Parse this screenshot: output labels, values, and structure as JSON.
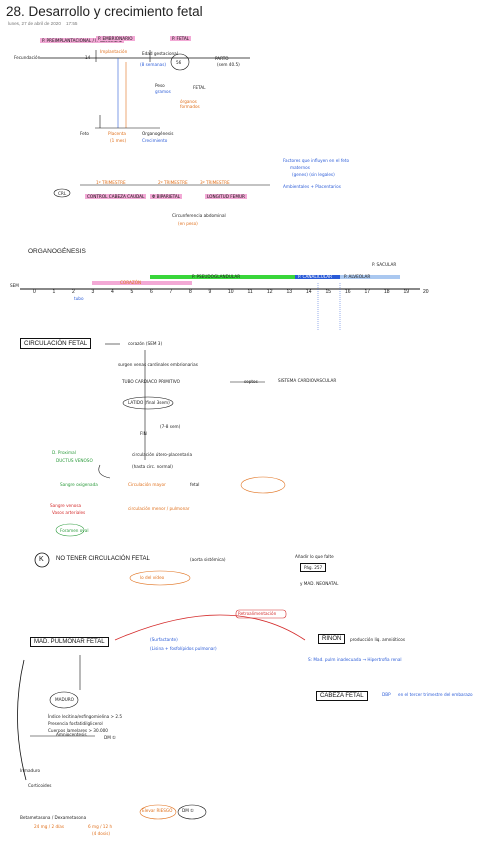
{
  "header": {
    "title": "28. Desarrollo y crecimiento fetal",
    "date": "lunes, 27 de abril de 2020",
    "time": "17:55"
  },
  "periods": {
    "pre": "P. PREIMPLANTACIONAL / P. GERMINAL",
    "emb": "P. EMBRIONARIO",
    "fetal": "P. FETAL"
  },
  "top": {
    "fecundacion": "Fecundación",
    "d14": "14",
    "implant": "Implantación",
    "d56": "56",
    "edad": "Edad gestacional",
    "semanas": "(8 semanas)",
    "peso": "Peso",
    "gramos": "gramos",
    "fetal": "FETAL",
    "parto": "PARTO",
    "fin": "(sem 40.5)",
    "organos": "órganos",
    "formados": "formados"
  },
  "row2": {
    "feto": "Feto",
    "placenta": "Placenta",
    "organos": "Organogénesis",
    "mes": "(1 mes)",
    "crec": "Crecimiento"
  },
  "trimestres": {
    "t1": "1º TRIMESTRE",
    "t2": "2º TRIMESTRE",
    "t3": "3º TRIMESTRE",
    "crl": "CRL",
    "cc": "CONTROL CABEZA CAUDAL",
    "biparietal": "Φ BIPARIETAL",
    "femur": "LONGITUD FEMUR",
    "circ": "Circunferencia abdominal",
    "circ2": "(en peso)"
  },
  "side": {
    "factores": "Factores que influyen en el feto",
    "maternos": "maternos",
    "biologicos": "(genes) (sin legales)",
    "ambientales": "Ambientales + Placentarios"
  },
  "organog": {
    "title": "ORGANOGÉNESIS",
    "sem": "SEM",
    "corazon": "CORAZÓN",
    "pcan": "P. PSEUDOGLANDULAR",
    "pcan2": "P. CANALICULAR",
    "alveolar": "P. ALVEOLAR",
    "sacular": "P. SACULAR",
    "tubo": "tubo",
    "ticks": [
      "0",
      "1",
      "2",
      "3",
      "4",
      "5",
      "6",
      "7",
      "8",
      "9",
      "10",
      "11",
      "12",
      "13",
      "14",
      "15",
      "16",
      "17",
      "18",
      "19",
      "20"
    ]
  },
  "circ": {
    "title": "CIRCULACIÓN FETAL",
    "corazon": "corazón (SEM 3)",
    "vasos": "surgen venas cardinales embrionarias",
    "tubo": "TUBO CARDIACO PRIMITIVO",
    "septos": "septos",
    "sistema": "SISTEMA CARDIOVASCULAR",
    "latido": "LATIDO (final 3sem)",
    "fin": "FIN",
    "fin2": "(7-8 sem)",
    "circuito": "circulación útero-placentaria",
    "corto": "(hasta circ. normal)",
    "dcha": "D. Proximal",
    "ductus": "DUCTUS",
    "venoso": "VENOSO",
    "sangre": "Sangre oxigenada",
    "porta": "Circulación mayor",
    "feto": "fetal",
    "menor": "circulación menor / pulmonar",
    "ductus2": "Vasos arteriales",
    "ovale": "Foramen oval",
    "obl": "Sangre venosa"
  },
  "madur": {
    "keyword": "NO TENER CIRCULACIÓN FETAL",
    "lema": "(aorta sistémica)",
    "lo": "lo del vídeo",
    "leer": "Añadir lo que falte",
    "pag": "Pág. 257",
    "neo": "y MAD. NEONATAL"
  },
  "pulm": {
    "title": "MAD. PULMONAR FETAL",
    "surf": "(Surfactante)",
    "indice": "Índice lecitina/esfingomielina > 2.5",
    "fosfat": "Presencia fosfatidilglicerol",
    "cuerpos": "Cuerpos lamelares > 30.000",
    "maduro": "MADURO",
    "ema": "Amniocentesis",
    "dm": "DM ①",
    "inmad": "Inmaduro",
    "rinon": "RIÑÓN",
    "liq": "producción líq. amnióticos",
    "cabeza": "CABEZA FETAL",
    "dbp": "DBP",
    "dbp_txt": "en el tercer trimestre del embarazo",
    "mad_renal": "S: Mad. pulm inadecuada → Hipertrofia renal",
    "corticoid": "Corticoides",
    "betam": "Betametasona / Dexametasona",
    "dosis": "24 mg / 2 días",
    "dosis2": "6 mg / 12 h",
    "fig": "(4 dosis)",
    "elef": "Elevar RIESGO",
    "retro": "Retroalimentación",
    "plac": "(Lisina + fosfolípidos pulmonar)",
    "dm2": "DM ①"
  }
}
